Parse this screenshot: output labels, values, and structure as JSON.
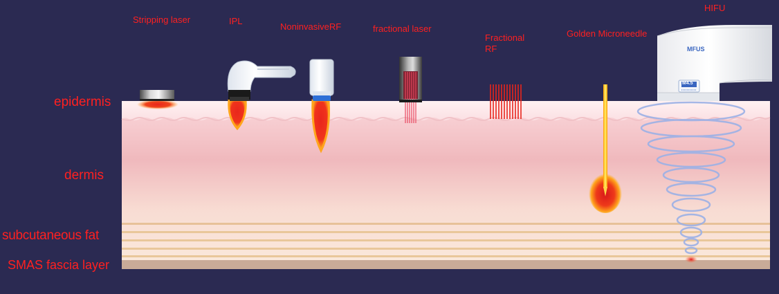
{
  "techniques": {
    "stripping_laser": "Stripping laser",
    "ipl": "IPL",
    "noninvasive_rf": "NoninvasiveRF",
    "fractional_laser": "fractional laser",
    "fractional_rf_line1": "Fractional",
    "fractional_rf_line2": "RF",
    "golden_microneedle": "Golden Microneedle",
    "hifu": "HIFU"
  },
  "layers": {
    "epidermis": "epidermis",
    "dermis": "dermis",
    "subcutaneous_fat": "subcutaneous fat",
    "smas": "SMAS fascia layer"
  },
  "device": {
    "brand": "MFUS",
    "cartridge": "M4.5"
  },
  "colors": {
    "background": "#2b2a52",
    "label_red": "#ff2020",
    "heat_red": "#e8261c",
    "heat_orange": "#ffa51c",
    "skin_top": "#fde3e6",
    "dermis_mid": "#f2bfc3",
    "fat_band": "#e9c79a",
    "smas": "#c9ab98",
    "ultrasound_ring": "#9cb1e6"
  }
}
